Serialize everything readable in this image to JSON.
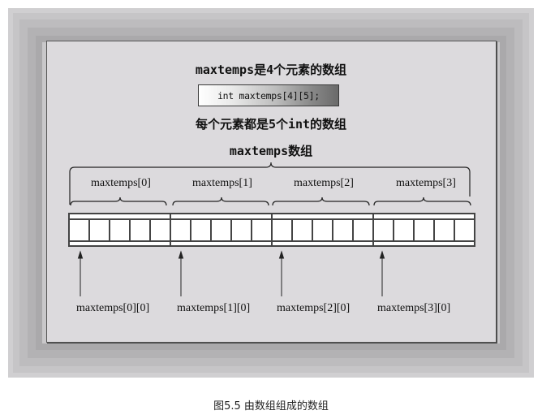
{
  "diagram": {
    "title_top": "maxtemps是4个元素的数组",
    "code": "int maxtemps[4][5];",
    "subtitle": "每个元素都是5个int的数组",
    "array_label": "maxtemps数组",
    "rows": [
      {
        "label": "maxtemps[0]",
        "first_element": "maxtemps[0][0]"
      },
      {
        "label": "maxtemps[1]",
        "first_element": "maxtemps[1][0]"
      },
      {
        "label": "maxtemps[2]",
        "first_element": "maxtemps[2][0]"
      },
      {
        "label": "maxtemps[3]",
        "first_element": "maxtemps[3][0]"
      }
    ],
    "cells_per_row": 5,
    "row_count": 4
  },
  "caption": "图5.5 由数组组成的数组",
  "colors": {
    "panel_bg": "#dcdadd",
    "frame_bg": "#c9c8ca",
    "line": "#333333",
    "cell_bg": "#ffffff"
  }
}
